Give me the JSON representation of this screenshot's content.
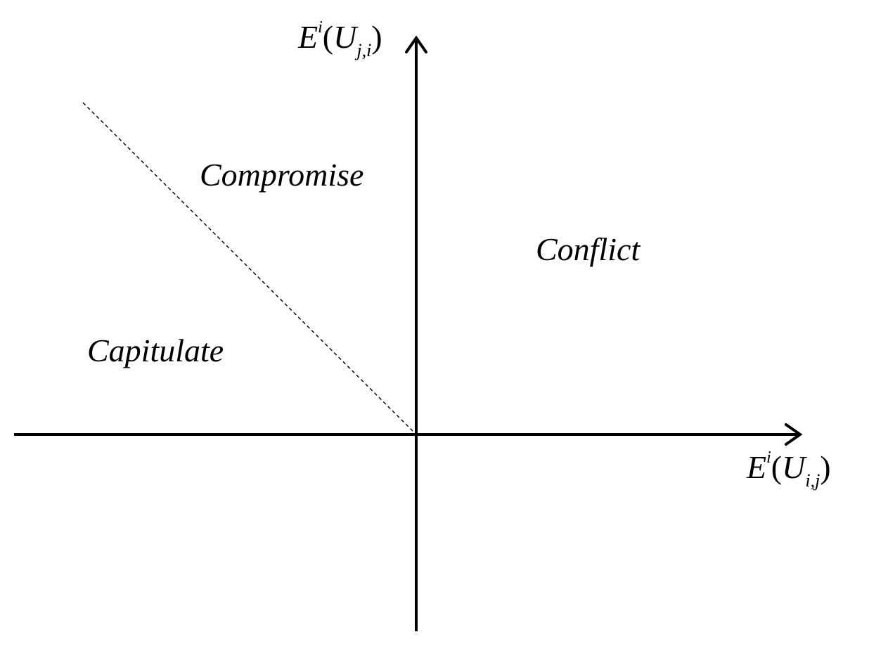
{
  "regions": {
    "compromise": "Compromise",
    "conflict": "Conflict",
    "capitulate": "Capitulate"
  },
  "y_axis": {
    "base": "E",
    "superscript": "i",
    "open": "(",
    "variable": "U",
    "subscript": "j,i",
    "close": ")"
  },
  "x_axis": {
    "base": "E",
    "superscript": "i",
    "open": "(",
    "variable": "U",
    "subscript": "i,j",
    "close": ")"
  }
}
